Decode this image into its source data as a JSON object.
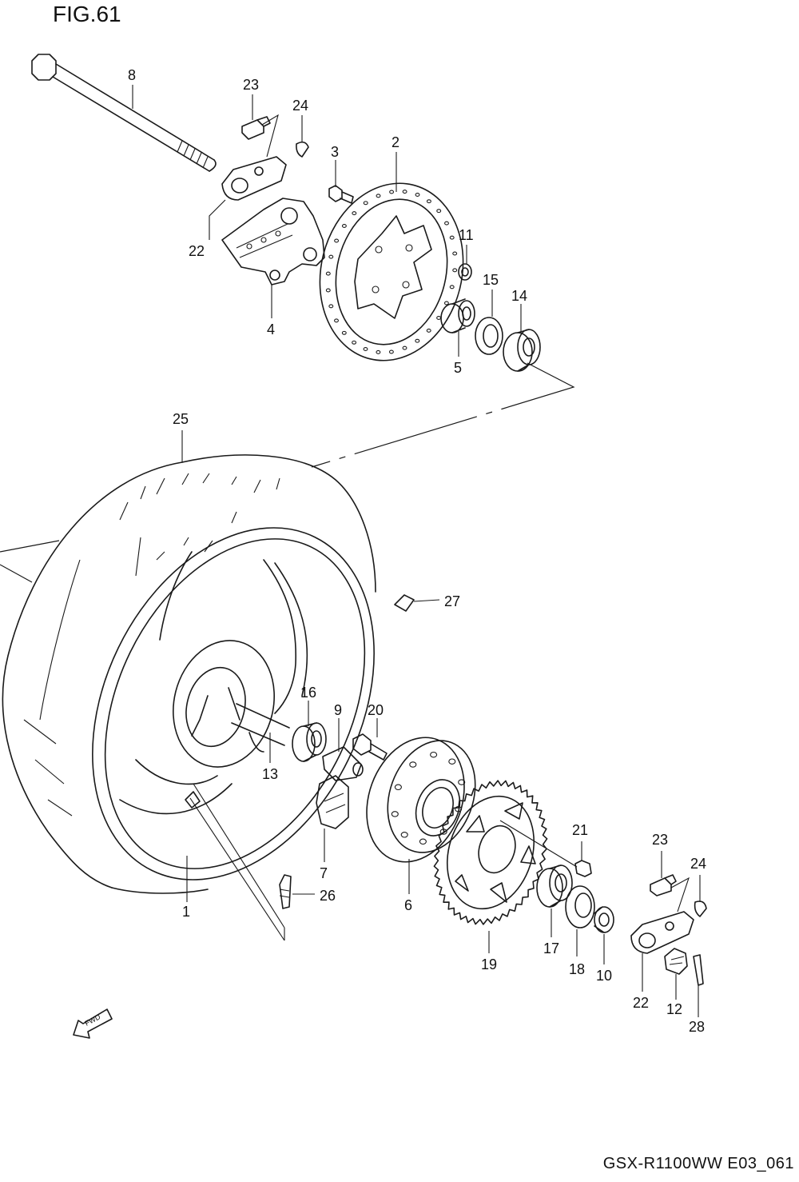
{
  "figure": {
    "title": "FIG.61",
    "footer": "GSX-R1100WW  E03_061",
    "fwd_label": "FWD"
  },
  "callouts": [
    {
      "id": "c1",
      "label": "1"
    },
    {
      "id": "c2",
      "label": "2"
    },
    {
      "id": "c3",
      "label": "3"
    },
    {
      "id": "c4",
      "label": "4"
    },
    {
      "id": "c5",
      "label": "5"
    },
    {
      "id": "c6",
      "label": "6"
    },
    {
      "id": "c7",
      "label": "7"
    },
    {
      "id": "c8",
      "label": "8"
    },
    {
      "id": "c9",
      "label": "9"
    },
    {
      "id": "c10",
      "label": "10"
    },
    {
      "id": "c11",
      "label": "11"
    },
    {
      "id": "c12",
      "label": "12"
    },
    {
      "id": "c13",
      "label": "13"
    },
    {
      "id": "c14",
      "label": "14"
    },
    {
      "id": "c15",
      "label": "15"
    },
    {
      "id": "c16",
      "label": "16"
    },
    {
      "id": "c17",
      "label": "17"
    },
    {
      "id": "c18",
      "label": "18"
    },
    {
      "id": "c19",
      "label": "19"
    },
    {
      "id": "c20",
      "label": "20"
    },
    {
      "id": "c21",
      "label": "21"
    },
    {
      "id": "c22a",
      "label": "22"
    },
    {
      "id": "c22b",
      "label": "22"
    },
    {
      "id": "c23a",
      "label": "23"
    },
    {
      "id": "c23b",
      "label": "23"
    },
    {
      "id": "c24a",
      "label": "24"
    },
    {
      "id": "c24b",
      "label": "24"
    },
    {
      "id": "c25",
      "label": "25"
    },
    {
      "id": "c26",
      "label": "26"
    },
    {
      "id": "c27",
      "label": "27"
    },
    {
      "id": "c28",
      "label": "28"
    }
  ]
}
